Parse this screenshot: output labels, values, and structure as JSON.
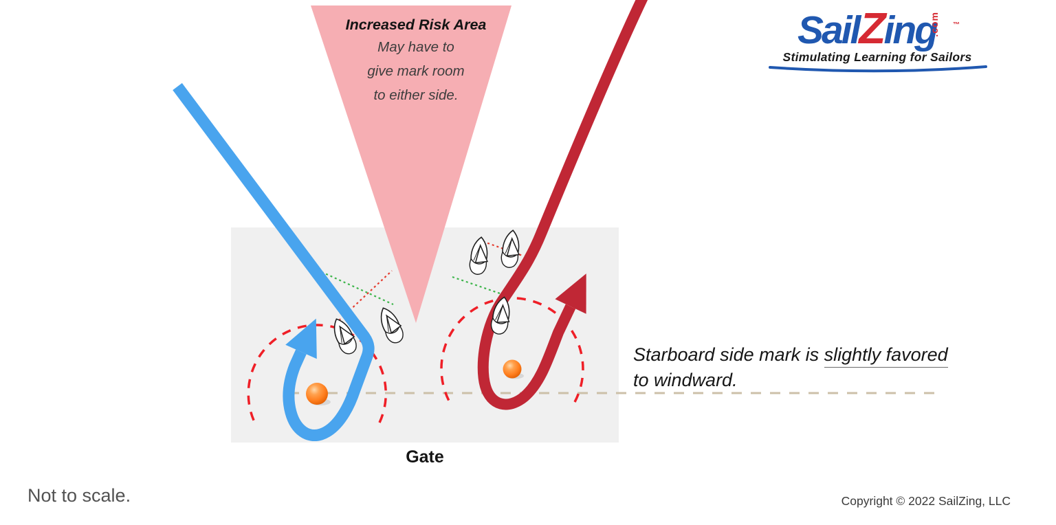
{
  "risk_area": {
    "title": "Increased Risk Area",
    "line1": "May have to",
    "line2": "give mark room",
    "line3": "to either side."
  },
  "logo": {
    "part_sail": "Sail",
    "part_z": "Z",
    "part_ing": "ing",
    "part_com": ".com",
    "part_tm": "™",
    "tagline": "Stimulating Learning for Sailors"
  },
  "diagram": {
    "gate_label": "Gate",
    "note_prefix": "Starboard side mark is ",
    "note_underlined": "slightly favored",
    "note_line2": "to windward.",
    "left_boat_count": 2,
    "right_boat_count": 3,
    "gate_mark_count": 2
  },
  "footer": {
    "scale_note": "Not to scale.",
    "copyright": "Copyright © 2022 SailZing, LLC"
  },
  "icons": {
    "sailboat": "top-view sailboat outline",
    "gate_mark": "orange inflatable sphere buoy",
    "arrow": "solid triangular arrowhead on rounding path"
  },
  "colors": {
    "blue_path": "#49a4ee",
    "red_path": "#c02735",
    "pink_risk": "#f6aeb3",
    "zone_gray": "#f0f0f0",
    "mark_orange": "#ff7f1f",
    "dashed_circle_red": "#ef1f27",
    "layline_green": "#3db54b",
    "layline_red": "#e43d30",
    "tan_dashed": "#ccc0a9",
    "logo_blue": "#2058b0",
    "logo_red": "#d62a33"
  }
}
